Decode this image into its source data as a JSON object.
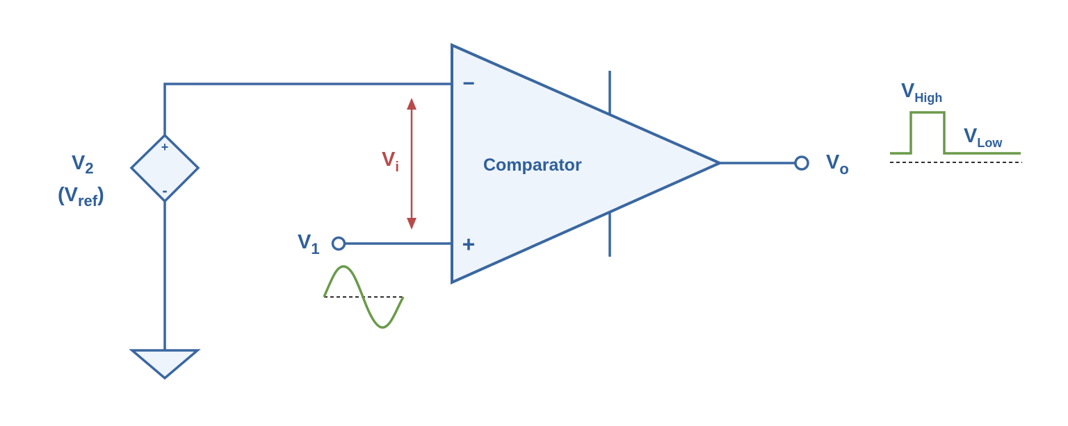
{
  "colors": {
    "wire": "#3a67a0",
    "fill": "#eef4fc",
    "label": "#2f5f9a",
    "vi": "#b84a4a",
    "wave": "#6a9a4a",
    "dashed": "#111111"
  },
  "labels": {
    "comparator": "Comparator",
    "minus_sign": "−",
    "plus_sign": "+",
    "source_plus": "+",
    "source_minus": "-",
    "v2_main": "V",
    "v2_sub": "2",
    "vref_open": "(V",
    "vref_sub": "ref",
    "vref_close": ")",
    "vi_main": "V",
    "vi_sub": "i",
    "v1_main": "V",
    "v1_sub": "1",
    "vo_main": "V",
    "vo_sub": "o",
    "vhigh_main": "V",
    "vhigh_sub": "High",
    "vlow_main": "V",
    "vlow_sub": "Low"
  }
}
